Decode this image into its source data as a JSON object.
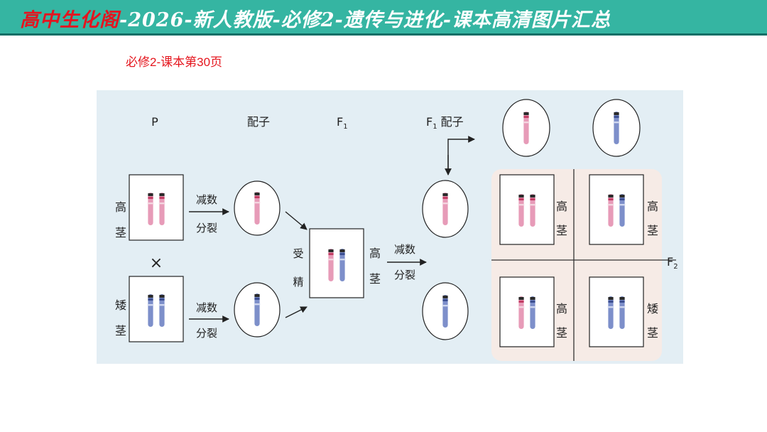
{
  "header": {
    "brand": "高中生化阁",
    "title": "-2026-新人教版-必修2-遗传与进化-课本高清图片汇总",
    "brand_color": "#e4141f",
    "background_color": "#35b5a2"
  },
  "page_label": "必修2-课本第30页",
  "figure": {
    "col_p": "P",
    "col_gamete": "配子",
    "col_f1": "F",
    "col_f1_sub": "1",
    "col_f1_gamete": "F",
    "col_f1_gamete_sub": "1",
    "col_f1_gamete_suffix": " 配子",
    "f2": "F",
    "f2_sub": "2",
    "cross_symbol": "×",
    "tall": [
      "高",
      "茎"
    ],
    "dwarf": [
      "矮",
      "茎"
    ],
    "meiosis": [
      "减数",
      "分裂"
    ],
    "fertilization": [
      "受",
      "精"
    ],
    "f2_cells": [
      {
        "phenotype": [
          "高",
          "茎"
        ]
      },
      {
        "phenotype": [
          "高",
          "茎"
        ]
      },
      {
        "phenotype": [
          "高",
          "茎"
        ]
      },
      {
        "phenotype": [
          "矮",
          "茎"
        ]
      }
    ],
    "colors": {
      "tall_chromosome": "#e79bb8",
      "dwarf_chromosome": "#7d8fca",
      "panel_bg": "#e3eef4",
      "f2_bg": "#f6ebe6"
    }
  }
}
